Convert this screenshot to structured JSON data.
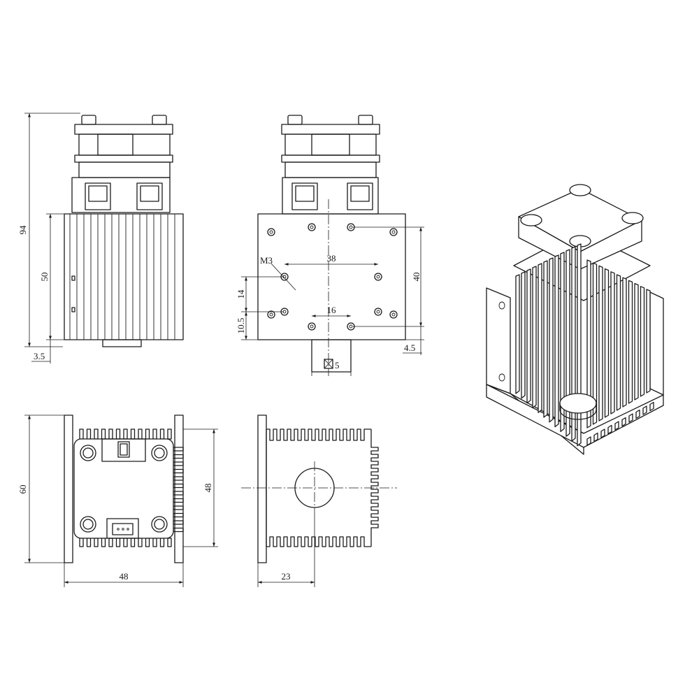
{
  "dimensions": {
    "overall_height": "94",
    "heatsink_height": "50",
    "base_offset": "3.5",
    "thread_label": "M3",
    "hole_spacing_horizontal": "38",
    "hole_spacing_vertical": "40",
    "hole_offset_14": "14",
    "hole_offset_10_5": "10.5",
    "inner_spacing": "16",
    "bottom_offset": "4.5",
    "lens_square": "5",
    "bottom_height": "60",
    "bottom_width": "48",
    "bottom_depth": "48",
    "side_offset": "23"
  },
  "colors": {
    "line": "#1a1a1a",
    "background": "#ffffff"
  }
}
